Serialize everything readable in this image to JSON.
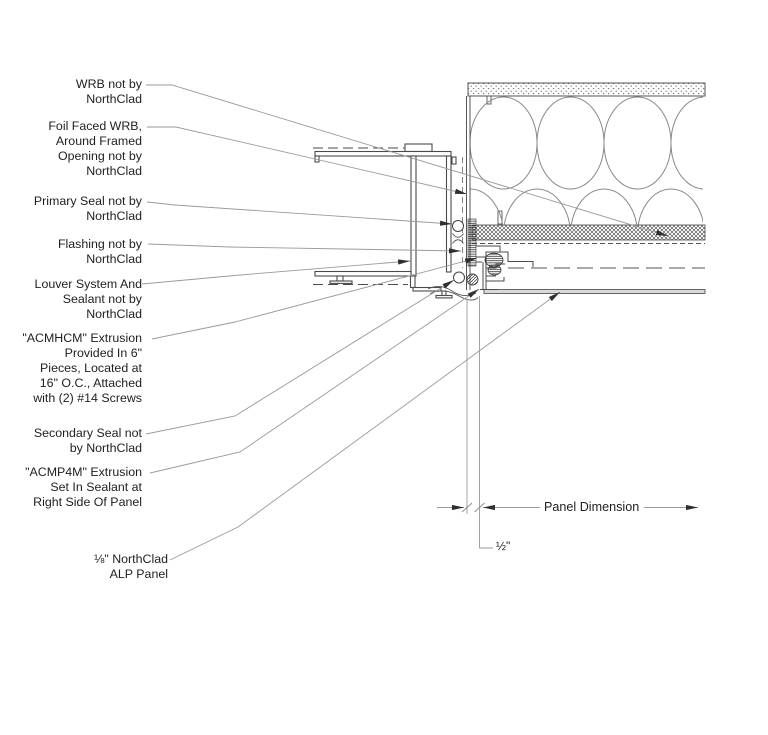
{
  "drawing": {
    "type": "architectural-section-detail",
    "callouts": [
      {
        "id": "wrb",
        "text": "WRB not by\nNorthClad"
      },
      {
        "id": "foil-wrb",
        "text": "Foil Faced WRB,\nAround Framed\nOpening not by\nNorthClad"
      },
      {
        "id": "primary-seal",
        "text": "Primary Seal not by\nNorthClad"
      },
      {
        "id": "flashing",
        "text": "Flashing not by\nNorthClad"
      },
      {
        "id": "louver-system",
        "text": "Louver System And\nSealant not by\nNorthClad"
      },
      {
        "id": "acmhcm",
        "text": "\"ACMHCM\" Extrusion\nProvided In 6\"\nPieces, Located at\n16\" O.C., Attached\nwith (2) #14 Screws"
      },
      {
        "id": "secondary-seal",
        "text": "Secondary Seal not\nby NorthClad"
      },
      {
        "id": "acmp4m",
        "text": "\"ACMP4M\" Extrusion\nSet In Sealant at\nRight Side Of Panel"
      },
      {
        "id": "alp-panel",
        "text": "⅛\" NorthClad\nALP Panel"
      }
    ],
    "dimensions": {
      "panel": "Panel Dimension",
      "gap": "½\""
    },
    "colors": {
      "line": "#4a4a4a",
      "leader": "#9a9a9a",
      "arrow": "#2f2f2f",
      "text": "#1f1f1f",
      "panel_fill": "#d9d9d9"
    }
  }
}
